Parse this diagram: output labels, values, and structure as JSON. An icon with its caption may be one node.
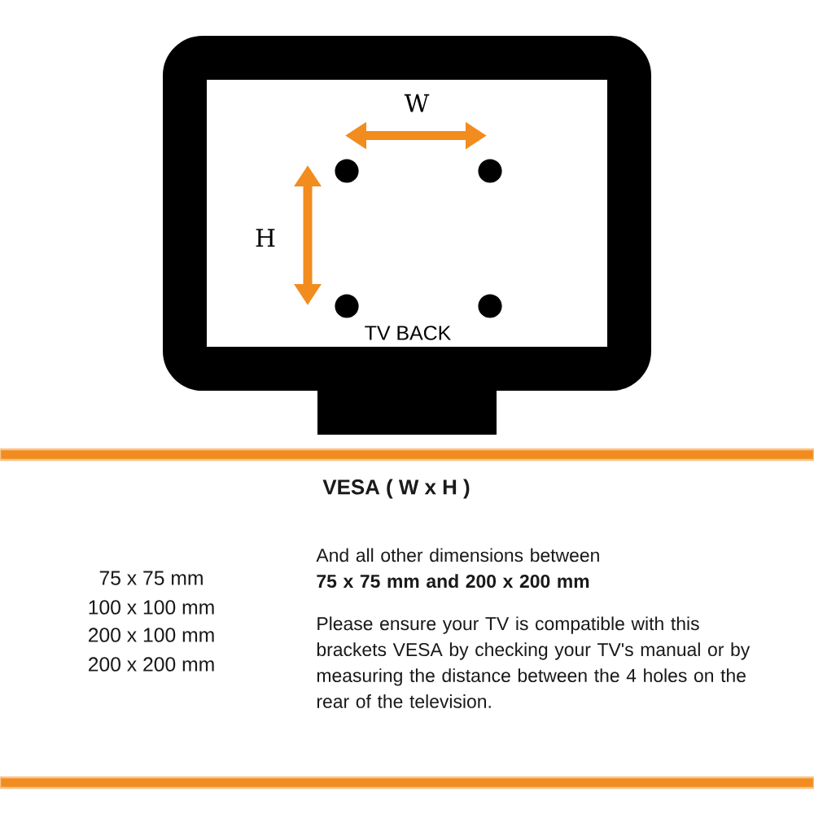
{
  "diagram": {
    "nodes": [
      {
        "text": [
          "TV BACK"
        ]
      }
    ],
    "labels": [
      "W",
      "H",
      "VESA ( W x H )",
      "75 x 75 mm",
      "100 x 100 mm",
      "200 x 100 mm",
      "200 x 200 mm",
      "And all other dimensions between **75 x 75 mm and 200 x 200 mm**",
      "Please ensure your TV is compatible with this brackets VESA by checking your TV's manual or by measuring the distance between the 4 holes on the rear of the television."
    ]
  }
}
